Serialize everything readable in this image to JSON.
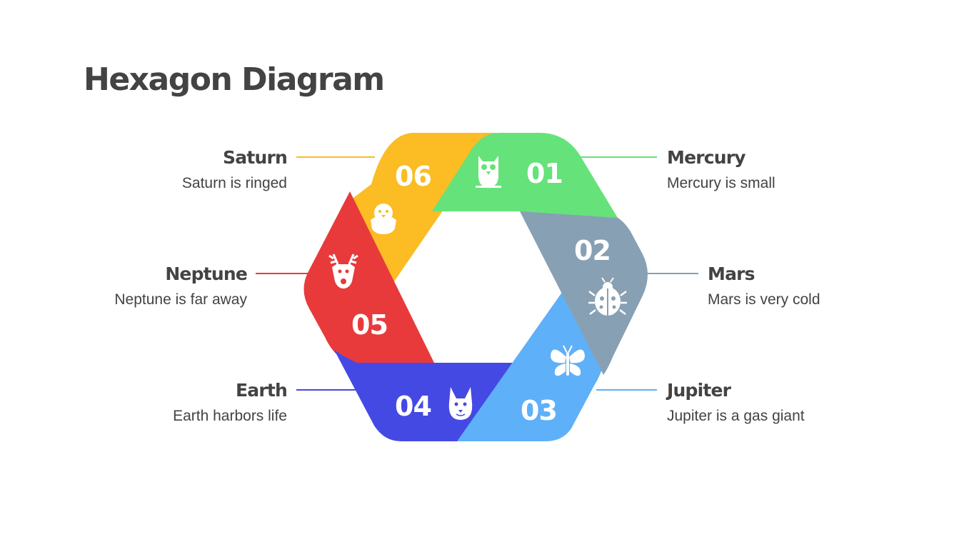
{
  "title": "Hexagon Diagram",
  "segments": [
    {
      "number": "01",
      "name": "Mercury",
      "desc": "Mercury is small",
      "color": "#66e27a",
      "icon": "owl-icon"
    },
    {
      "number": "02",
      "name": "Mars",
      "desc": "Mars is very cold",
      "color": "#88a0b4",
      "icon": "ladybug-icon"
    },
    {
      "number": "03",
      "name": "Jupiter",
      "desc": "Jupiter is a gas giant",
      "color": "#5eb0f8",
      "icon": "butterfly-icon"
    },
    {
      "number": "04",
      "name": "Earth",
      "desc": "Earth harbors life",
      "color": "#4549e4",
      "icon": "rabbit-icon"
    },
    {
      "number": "05",
      "name": "Neptune",
      "desc": "Neptune is far away",
      "color": "#e83a3b",
      "icon": "reindeer-icon"
    },
    {
      "number": "06",
      "name": "Saturn",
      "desc": "Saturn is ringed",
      "color": "#fbbc24",
      "icon": "chick-icon"
    }
  ]
}
